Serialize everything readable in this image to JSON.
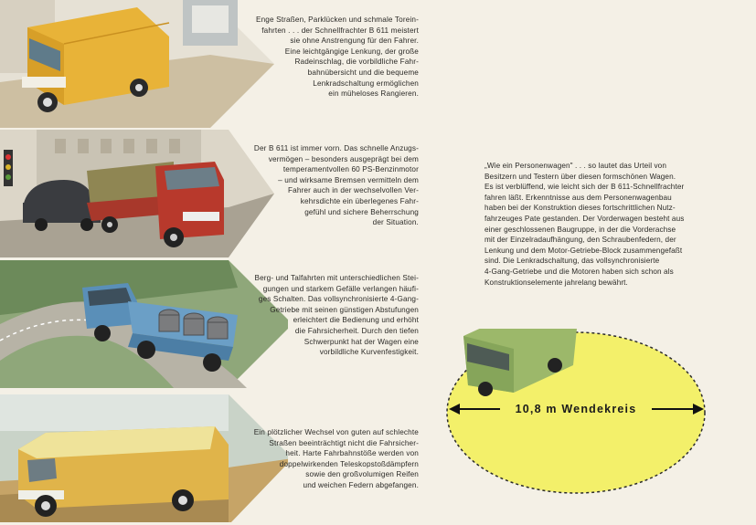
{
  "panels": [
    {
      "name": "panel-narrow-street",
      "lines": [
        "Enge Straßen, Parklücken und schmale Torein-",
        "fahrten . . . der Schnellfrachter B 611 meistert",
        "sie ohne Anstrengung für den Fahrer.",
        "Eine leichtgängige Lenkung, der große",
        "Radeinschlag, die vorbildliche Fahr-",
        "bahnübersicht und die bequeme",
        "Lenkradschaltung ermöglichen",
        "ein müheloses Rangieren."
      ]
    },
    {
      "name": "panel-city-traffic",
      "lines": [
        "Der B 611 ist immer vorn. Das schnelle Anzugs-",
        "vermögen – besonders ausgeprägt bei dem",
        "temperamentvollen 60 PS-Benzinmotor",
        "– und wirksame Bremsen vermitteln dem",
        "Fahrer auch in der wechselvollen Ver-",
        "kehrsdichte ein überlegenes Fahr-",
        "gefühl und sichere Beherrschung",
        "der Situation."
      ]
    },
    {
      "name": "panel-mountain-road",
      "lines": [
        "Berg- und Talfahrten mit unterschiedlichen Stei-",
        "gungen und starkem Gefälle verlangen häufi-",
        "ges Schalten. Das vollsynchronisierte 4-Gang-",
        "Getriebe mit seinen günstigen Abstufungen",
        "erleichtert die Bedienung und erhöht",
        "die Fahrsicherheit. Durch den tiefen",
        "Schwerpunkt hat der Wagen eine",
        "vorbildliche Kurvenfestigkeit."
      ]
    },
    {
      "name": "panel-rough-road",
      "lines": [
        "Ein plötzlicher Wechsel von guten auf schlechte",
        "Straßen beeinträchtigt nicht die Fahrsicher-",
        "heit. Harte Fahrbahnstöße werden von",
        "doppelwirkenden Teleskopstoßdämpfern",
        "sowie den großvolumigen Reifen",
        "und weichen Federn abgefangen."
      ]
    }
  ],
  "right_text": [
    "„Wie ein Personenwagen\" . . . so lautet das Urteil von",
    "Besitzern und Testern über diesen formschönen Wagen.",
    "Es ist verblüffend, wie leicht sich der B 611-Schnellfrachter",
    "fahren läßt. Erkenntnisse aus dem Personenwagenbau",
    "haben bei der Konstruktion dieses fortschrittlichen Nutz-",
    "fahrzeuges Pate gestanden. Der Vorderwagen besteht aus",
    "einer geschlossenen Baugruppe, in der die Vorderachse",
    "mit der Einzelradaufhängung, den Schraubenfedern, der",
    "Lenkung und dem Motor-Getriebe-Block zusammengefaßt",
    "sind. Die Lenkradschaltung, das vollsynchronisierte",
    "4-Gang-Getriebe und die Motoren haben sich schon als",
    "Konstruktionselemente jahrelang bewährt."
  ],
  "turning_circle_label": "10,8 m Wendekreis",
  "colors": {
    "page": "#f4f0e6",
    "ellipse": "#f3f06a",
    "van_yellow": "#e8b338",
    "truck_red": "#b8392c",
    "pickup_blue": "#5a8fb8",
    "van_green": "#9cb86a"
  }
}
